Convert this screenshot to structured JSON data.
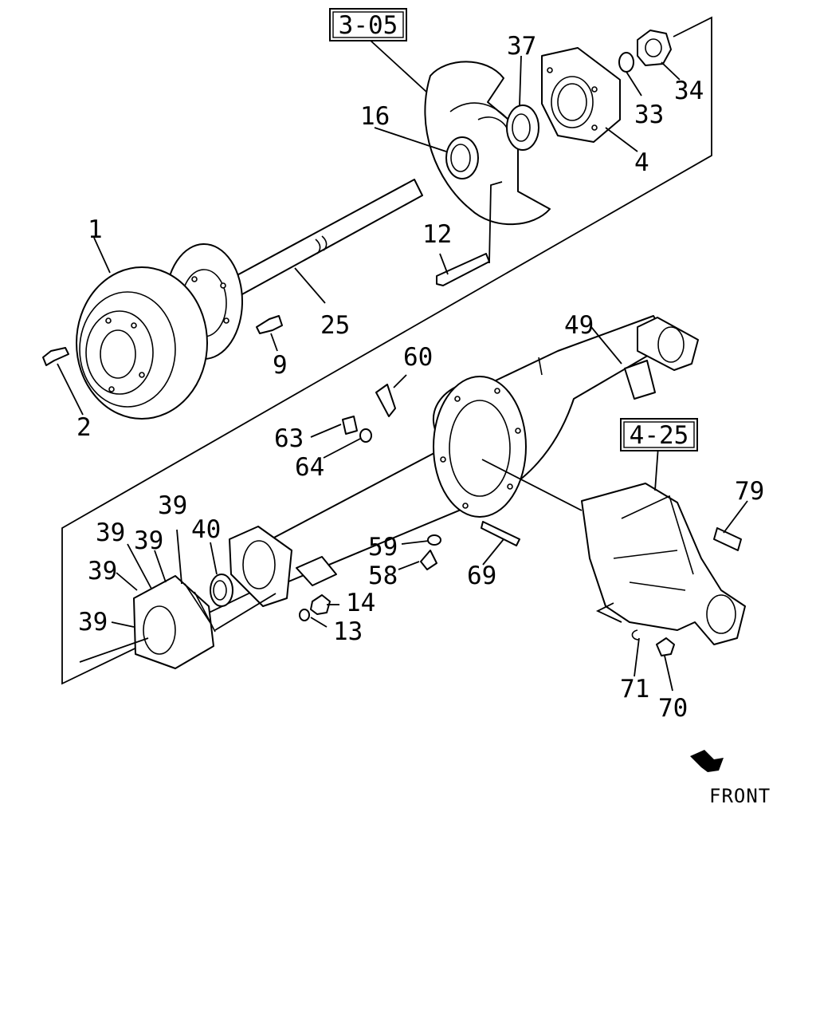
{
  "reference_boxes": [
    {
      "id": "ref-3-05",
      "label": "3-05"
    },
    {
      "id": "ref-4-25",
      "label": "4-25"
    }
  ],
  "callouts": {
    "c1": "1",
    "c2": "2",
    "c4": "4",
    "c9": "9",
    "c12": "12",
    "c13": "13",
    "c14": "14",
    "c16": "16",
    "c25": "25",
    "c33": "33",
    "c34": "34",
    "c37": "37",
    "c39a": "39",
    "c39b": "39",
    "c39c": "39",
    "c39d": "39",
    "c39e": "39",
    "c40": "40",
    "c49": "49",
    "c58": "58",
    "c59": "59",
    "c60": "60",
    "c63": "63",
    "c64": "64",
    "c69": "69",
    "c70": "70",
    "c71": "71",
    "c79": "79"
  },
  "direction_label": "FRONT"
}
